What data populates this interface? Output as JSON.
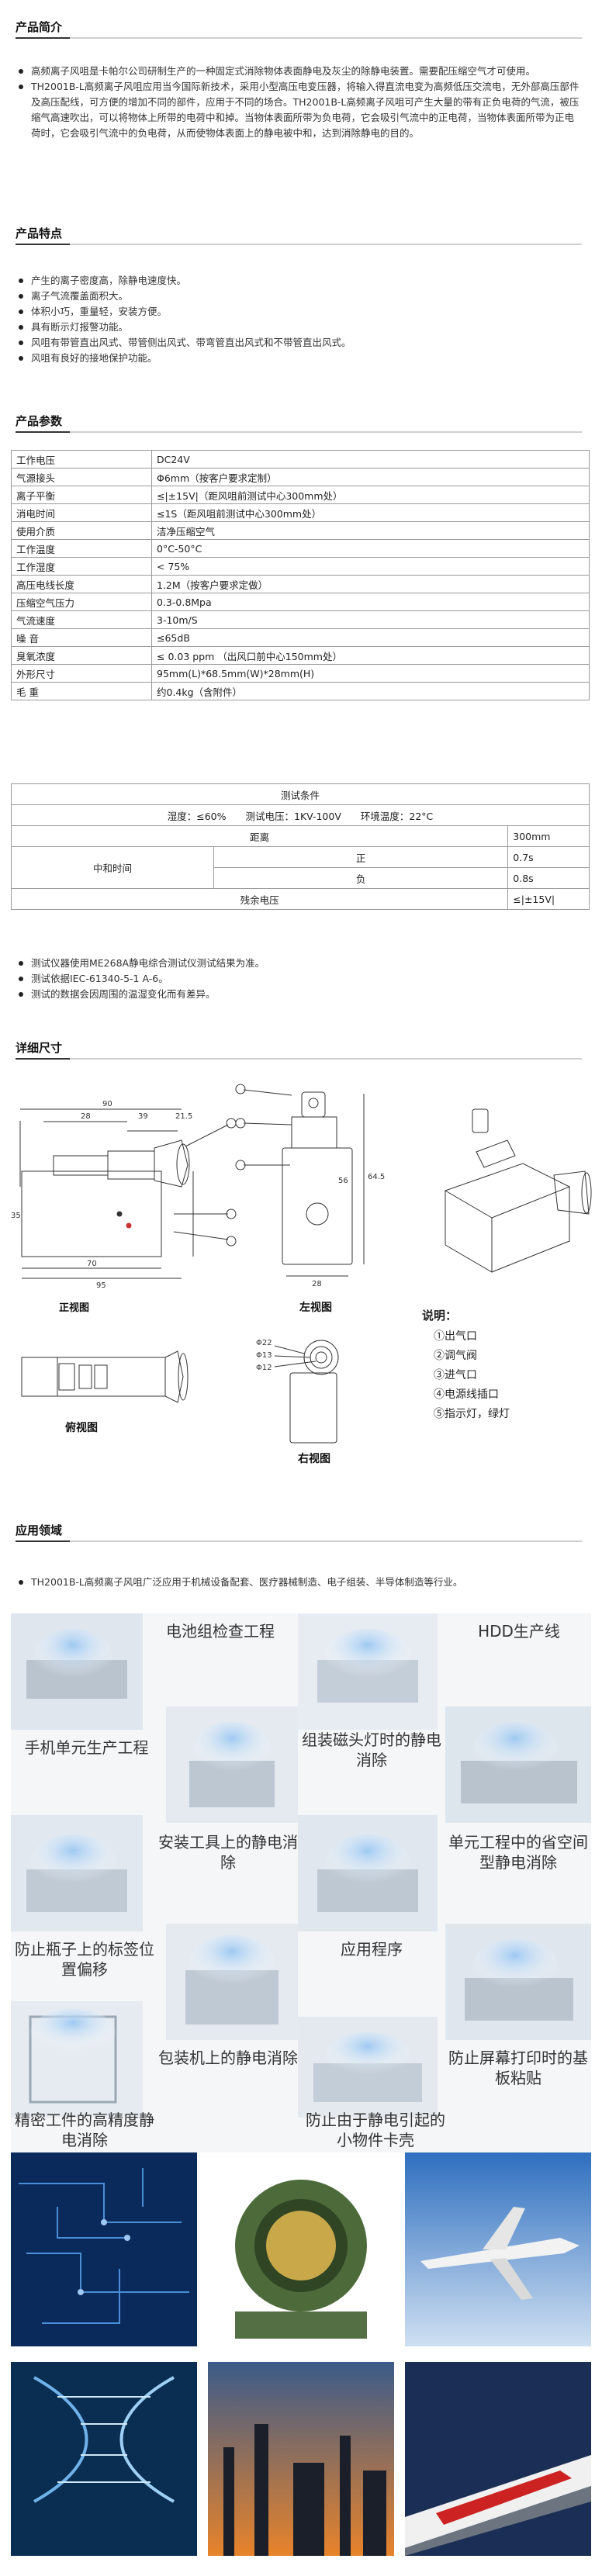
{
  "intro": {
    "title": "产品简介",
    "items": [
      "高频离子风咀是卡帕尔公司研制生产的一种固定式消除物体表面静电及灰尘的除静电装置。需要配压缩空气才可使用。",
      "TH2001B-L高频离子风咀应用当今国际新技术，采用小型高压电变压器，将输入得直流电变为高频低压交流电，无外部高压部件及高压配线，可方便的增加不同的部件，应用于不同的场合。TH2001B-L高频离子风咀可产生大量的带有正负电荷的气流，被压缩气高速吹出，可以将物体上所带的电荷中和掉。当物体表面所带为负电荷，它会吸引气流中的正电荷，当物体表面所带为正电荷时，它会吸引气流中的负电荷，从而使物体表面上的静电被中和，达到消除静电的目的。"
    ]
  },
  "features": {
    "title": "产品特点",
    "items": [
      "产生的离子密度高，除静电速度快。",
      "离子气流覆盖面积大。",
      "体积小巧，重量轻，安装方便。",
      "具有断示灯报警功能。",
      "风咀有带管直出风式、带管侧出风式、带弯管直出风式和不带管直出风式。",
      "风咀有良好的接地保护功能。"
    ]
  },
  "params": {
    "title": "产品参数",
    "rows": [
      [
        "工作电压",
        "DC24V"
      ],
      [
        "气源接头",
        "Φ6mm（按客户要求定制）"
      ],
      [
        "离子平衡",
        "≤|±15V|（距风咀前测试中心300mm处）"
      ],
      [
        "消电时间",
        "≤1S（距风咀前测试中心300mm处）"
      ],
      [
        "使用介质",
        "洁净压缩空气"
      ],
      [
        "工作温度",
        "0°C-50°C"
      ],
      [
        "工作湿度",
        "< 75%"
      ],
      [
        "高压电线长度",
        "1.2M（按客户要求定做）"
      ],
      [
        "压缩空气压力",
        "0.3-0.8Mpa"
      ],
      [
        "气流速度",
        "3-10m/S"
      ],
      [
        "噪 音",
        "≤65dB"
      ],
      [
        "臭氧浓度",
        "≤ 0.03 ppm （出风口前中心150mm处）"
      ],
      [
        "外形尺寸",
        "95mm(L)*68.5mm(W)*28mm(H)"
      ],
      [
        "毛 重",
        "约0.4kg（含附件）"
      ]
    ]
  },
  "test": {
    "title": "测试条件",
    "conditions": "湿度：≤60%　　测试电压：1KV-100V　　环境温度：22°C",
    "distance_label": "距离",
    "distance_value": "300mm",
    "time_label": "中和时间",
    "pos_label": "正",
    "pos_value": "0.7s",
    "neg_label": "负",
    "neg_value": "0.8s",
    "residual_label": "残余电压",
    "residual_value": "≤|±15V|"
  },
  "notes": [
    "测试仪器使用ME268A静电综合测试仪测试结果为准。",
    "测试依据IEC-61340-5-1 A-6。",
    "测试的数据会因周围的温湿变化而有差异。"
  ],
  "dims": {
    "title": "详细尺寸",
    "front_caption": "正视图",
    "left_caption": "左视图",
    "top_caption": "俯视图",
    "right_caption": "右视图",
    "front_dims": {
      "d90": "90",
      "d28": "28",
      "d39": "39",
      "d21": "21.5",
      "d35": "35",
      "d70": "70",
      "d95": "95"
    },
    "left_dims": {
      "d56": "56",
      "d645": "64.5",
      "d28": "28"
    },
    "right_dims": {
      "p22": "Φ22",
      "p13": "Φ13",
      "p12": "Φ12"
    },
    "legend_title": "说明：",
    "legend": [
      "①出气口",
      "②调气阀",
      "③进气口",
      "④电源线插口",
      "⑤指示灯，绿灯"
    ]
  },
  "apps": {
    "title": "应用领域",
    "items": [
      "TH2001B-L高频离子风咀广泛应用于机械设备配套、医疗器械制造、电子组装、半导体制造等行业。"
    ],
    "labels": {
      "a1": "电池组检查工程",
      "a2": "HDD生产线",
      "a3": "手机单元生产工程",
      "a4": "组装磁头灯时的静电消除",
      "a5": "安装工具上的静电消除",
      "a6": "单元工程中的省空间型静电消除",
      "a7": "防止瓶子上的标签位置偏移",
      "a8": "应用程序",
      "a9": "包装机上的静电消除",
      "a10": "防止屏幕打印时的基板粘贴",
      "a11": "精密工件的高精度静电消除",
      "a12": "防止由于静电引起的小物件卡壳"
    }
  },
  "colors": {
    "accent_blue": "#4a8fd6",
    "dark_blue": "#0b2a5c",
    "orange": "#e8832a"
  }
}
